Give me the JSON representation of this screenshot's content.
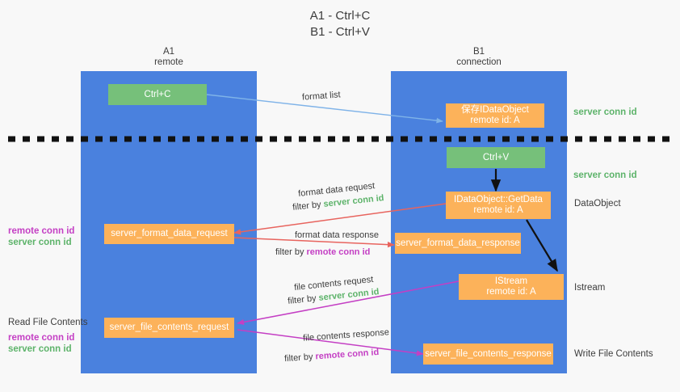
{
  "title": {
    "line1": "A1 - Ctrl+C",
    "line2": "B1 - Ctrl+V"
  },
  "columns": [
    {
      "name": "A1",
      "role": "remote"
    },
    {
      "name": "B1",
      "role": "connection"
    }
  ],
  "nodes": {
    "ctrl_c": "Ctrl+C",
    "ctrl_v": "Ctrl+V",
    "save_idataobject_l1": "保存IDataObject",
    "save_idataobject_l2": "remote id: A",
    "getdata_l1": "IDataObject::GetData",
    "getdata_l2": "remote id: A",
    "istream_l1": "IStream",
    "istream_l2": "remote id: A",
    "server_format_data_request": "server_format_data_request",
    "server_format_data_response": "server_format_data_response",
    "server_file_contents_request": "server_file_contents_request",
    "server_file_contents_response": "server_file_contents_response"
  },
  "edge_labels": {
    "format_list": "format list",
    "format_data_request": "format data request",
    "format_data_request_filter_prefix": "filter by ",
    "format_data_request_filter_key": "server conn id",
    "format_data_response": "format data response",
    "format_data_response_filter_prefix": "filter by ",
    "format_data_response_filter_key": "remote conn id",
    "file_contents_request": "file contents request",
    "file_contents_request_filter_prefix": "filter by ",
    "file_contents_request_filter_key": "server conn id",
    "file_contents_response": "file contents response",
    "file_contents_response_filter_prefix": "filter by ",
    "file_contents_response_filter_key": "remote conn id"
  },
  "annotations": {
    "right_server_conn_id_top": "server conn id",
    "right_server_conn_id_mid": "server conn id",
    "right_dataobject": "DataObject",
    "right_istream": "Istream",
    "right_write_file_contents": "Write File Contents",
    "left_remote_conn_id_1": "remote conn id",
    "left_server_conn_id_1": "server conn id",
    "left_read_file_contents": "Read File Contents",
    "left_remote_conn_id_2": "remote conn id",
    "left_server_conn_id_2": "server conn id"
  },
  "colors": {
    "lane": "#4a81de",
    "node_green": "#76c07a",
    "node_orange": "#fcb25a",
    "accent_green": "#5db36a",
    "accent_magenta": "#c43fc4",
    "arrow_blue": "#7fb3e8",
    "arrow_red": "#e8645e",
    "arrow_black": "#111111",
    "background": "#f8f8f8"
  }
}
